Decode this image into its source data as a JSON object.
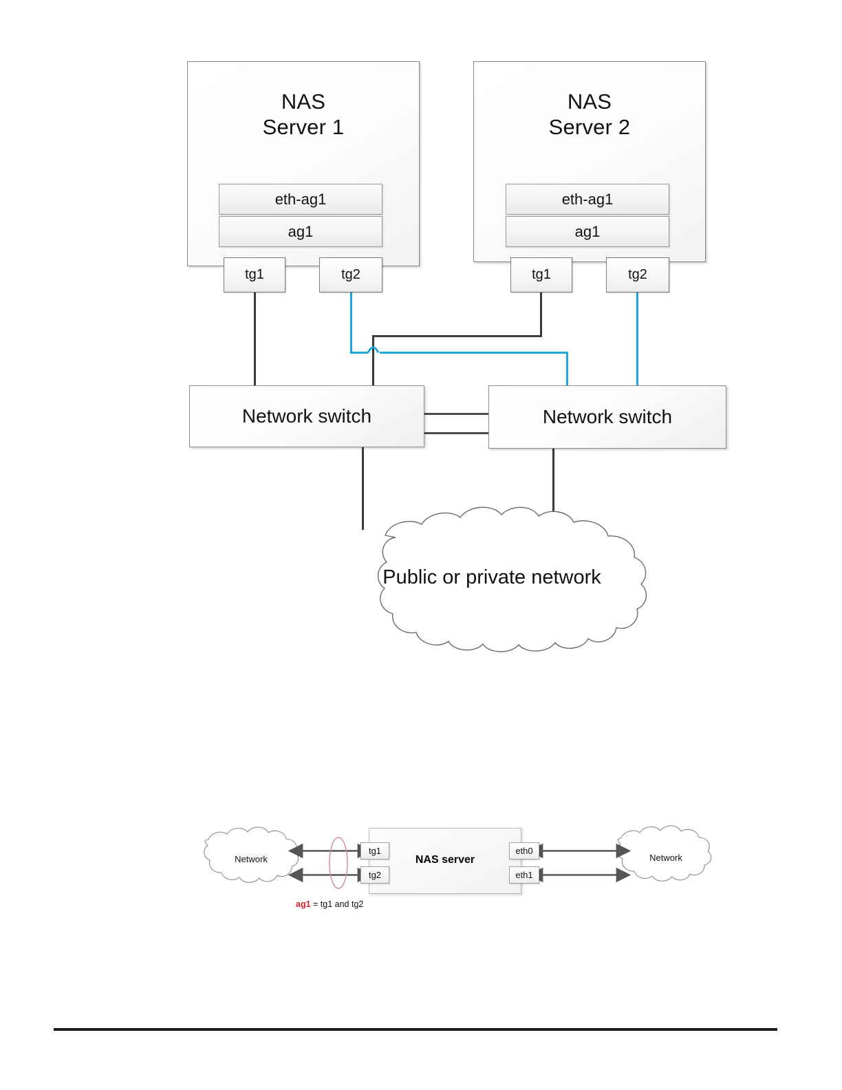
{
  "page": {
    "title": "NAS network high availability topology",
    "background": "#ffffff"
  },
  "colors": {
    "cable_black": "#3b3b3b",
    "cable_blue": "#1ba8dc",
    "accent_red": "#d81f26",
    "box_border": "#868686",
    "footer_rule": "#1a1a1a"
  },
  "top_diagram": {
    "servers": [
      {
        "id": "nas-server-1",
        "title": "NAS\nServer 1",
        "interfaces": [
          {
            "id": "eth-ag1",
            "label": "eth-ag1"
          },
          {
            "id": "ag1",
            "label": "ag1"
          }
        ],
        "ports": [
          {
            "id": "tg1",
            "label": "tg1",
            "cable_color": "#3b3b3b"
          },
          {
            "id": "tg2",
            "label": "tg2",
            "cable_color": "#1ba8dc"
          }
        ]
      },
      {
        "id": "nas-server-2",
        "title": "NAS\nServer 2",
        "interfaces": [
          {
            "id": "eth-ag1",
            "label": "eth-ag1"
          },
          {
            "id": "ag1",
            "label": "ag1"
          }
        ],
        "ports": [
          {
            "id": "tg1",
            "label": "tg1",
            "cable_color": "#3b3b3b"
          },
          {
            "id": "tg2",
            "label": "tg2",
            "cable_color": "#1ba8dc"
          }
        ]
      }
    ],
    "switches": [
      {
        "id": "network-switch-left",
        "label": "Network switch"
      },
      {
        "id": "network-switch-right",
        "label": "Network switch"
      }
    ],
    "inter_switch_links": 2,
    "cloud": {
      "id": "public-or-private-network",
      "label": "Public or private network"
    },
    "connections": [
      {
        "from": "server1.tg1",
        "to": "switch-left",
        "color": "#3b3b3b"
      },
      {
        "from": "server1.tg2",
        "to": "switch-right",
        "color": "#1ba8dc"
      },
      {
        "from": "server2.tg1",
        "to": "switch-left",
        "color": "#3b3b3b"
      },
      {
        "from": "server2.tg2",
        "to": "switch-right",
        "color": "#1ba8dc"
      },
      {
        "from": "switch-left",
        "to": "cloud",
        "color": "#3b3b3b"
      },
      {
        "from": "switch-right",
        "to": "cloud",
        "color": "#3b3b3b"
      }
    ]
  },
  "bottom_diagram": {
    "server": {
      "id": "nas-server",
      "label": "NAS server"
    },
    "left_cloud": {
      "id": "network-left",
      "label": "Network"
    },
    "right_cloud": {
      "id": "network-right",
      "label": "Network"
    },
    "left_ports": [
      {
        "id": "tg1",
        "label": "tg1"
      },
      {
        "id": "tg2",
        "label": "tg2"
      }
    ],
    "right_ports": [
      {
        "id": "eth0",
        "label": "eth0"
      },
      {
        "id": "eth1",
        "label": "eth1"
      }
    ],
    "grouping_ellipse": {
      "id": "ag1-group-ellipse",
      "color": "#d88f93"
    },
    "legend": {
      "accent_text": "ag1",
      "rest_text": " = tg1 and tg2"
    }
  }
}
